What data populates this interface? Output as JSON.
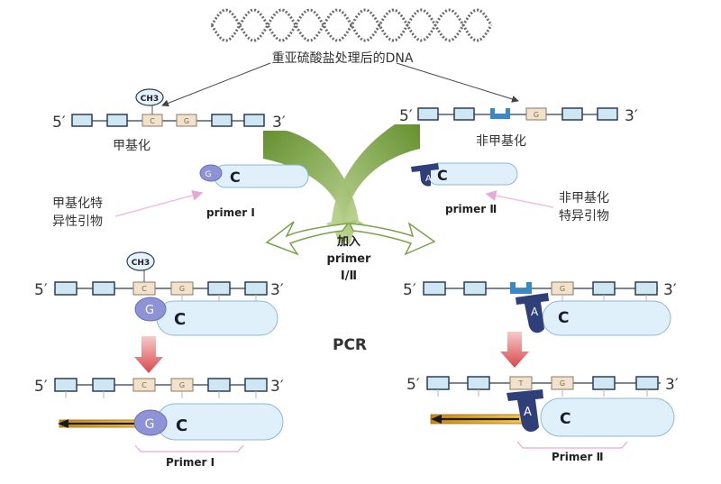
{
  "title": "重亚硫酸盐处理后的DNA",
  "colors": {
    "box_fill": "#cfe6f3",
    "box_stroke": "#2c3e55",
    "cpg_fill": "#f2e2cc",
    "primer_fill": "#dff0fa",
    "primer_g": "#8e92d6",
    "primer_a": "#2f3f7a",
    "green_arrow": "#6f9a2e",
    "red_arrow": "#e06a6a",
    "blue_site": "#3a88c8",
    "extension": "#f4b92a"
  },
  "strands": {
    "five": "5′",
    "three": "3′",
    "ch3": "CH3",
    "base_c": "C",
    "base_g": "G",
    "base_t": "T",
    "methylated_label": "甲基化",
    "unmethylated_label": "非甲基化"
  },
  "primers": {
    "g": "G",
    "a": "A",
    "c": "C",
    "primer1": "primer Ⅰ",
    "primer2": "primer Ⅱ",
    "primer1_cap": "Primer Ⅰ",
    "primer2_cap": "Primer Ⅱ"
  },
  "side_labels": {
    "methyl_specific_l1": "甲基化特",
    "methyl_specific_l2": "异性引物",
    "unmethyl_specific_l1": "非甲基化",
    "unmethyl_specific_l2": "特异引物"
  },
  "center": {
    "add_l1": "加入",
    "add_l2": "primer",
    "add_l3": "Ⅰ/Ⅱ",
    "pcr": "PCR"
  }
}
